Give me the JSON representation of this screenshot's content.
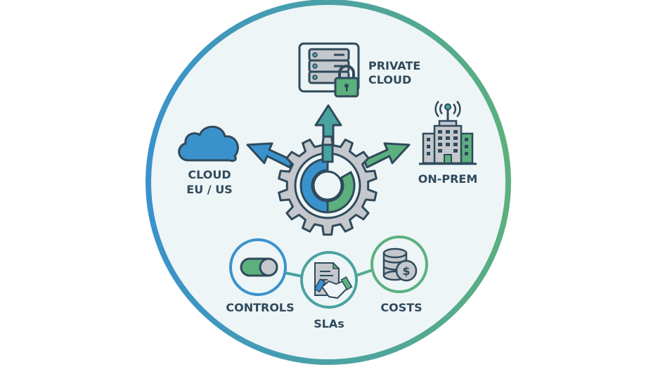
{
  "diagram": {
    "title": "Deployment flexibility hub",
    "center": {
      "name": "gear-hub",
      "icon": "gear-sync-icon"
    },
    "destinations": [
      {
        "id": "private-cloud",
        "label_lines": [
          "PRIVATE",
          "CLOUD"
        ],
        "icon": "server-lock-icon"
      },
      {
        "id": "cloud-eu-us",
        "label_lines": [
          "CLOUD",
          "EU / US"
        ],
        "icon": "cloud-icon"
      },
      {
        "id": "on-prem",
        "label_lines": [
          "ON-PREM"
        ],
        "icon": "building-antenna-icon"
      }
    ],
    "pillars": [
      {
        "id": "controls",
        "label": "CONTROLS",
        "icon": "toggle-switch-icon"
      },
      {
        "id": "slas",
        "label": "SLAs",
        "icon": "document-handshake-icon"
      },
      {
        "id": "costs",
        "label": "COSTS",
        "icon": "coins-dollar-icon"
      }
    ],
    "colors": {
      "blue": "#3a92cc",
      "teal": "#4aa3a0",
      "green": "#5bb07e",
      "outline": "#2f4a5c",
      "gray": "#c4c8cc",
      "background": "#eef5f7"
    }
  }
}
